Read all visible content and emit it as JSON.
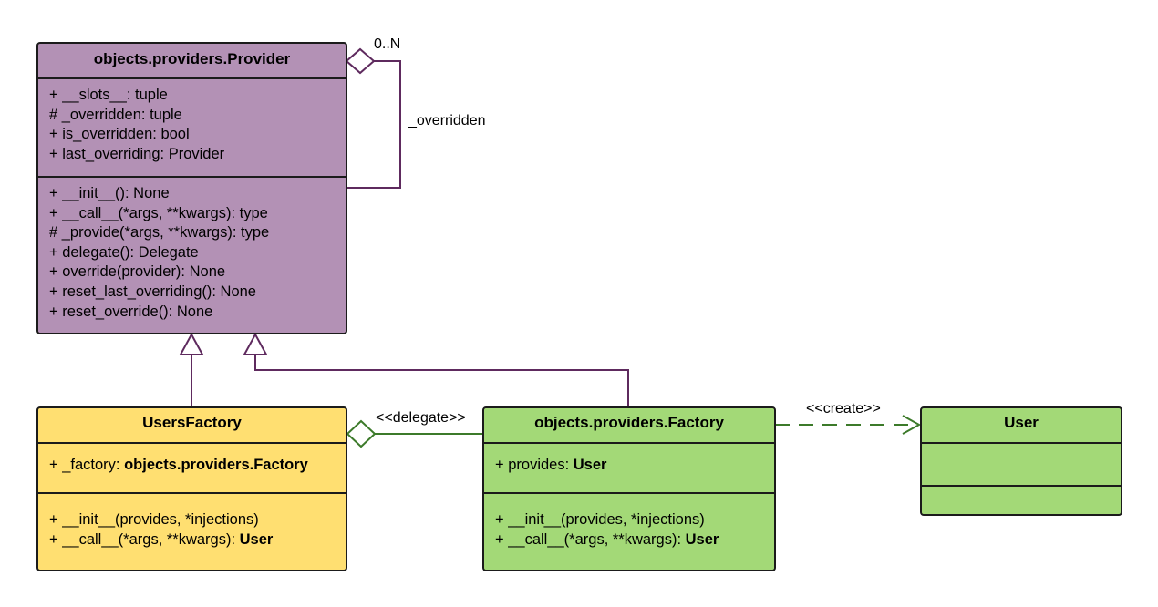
{
  "colors": {
    "provider_fill": "#b391b5",
    "users_factory_fill": "#ffdf71",
    "factory_fill": "#a3d977",
    "user_fill": "#a3d977",
    "provider_link": "#5e2a5e",
    "factory_link": "#3c7a2a",
    "border": "#1b1b1b"
  },
  "provider": {
    "title": "objects.providers.Provider",
    "attributes": [
      "+ __slots__: tuple",
      "# _overridden: tuple",
      "+ is_overridden: bool",
      "+ last_overriding: Provider"
    ],
    "methods": [
      "+ __init__(): None",
      "+ __call__(*args, **kwargs): type",
      "# _provide(*args, **kwargs): type",
      "+ delegate(): Delegate",
      "+ override(provider): None",
      "+ reset_last_overriding(): None",
      "+ reset_override(): None"
    ]
  },
  "users_factory": {
    "title": "UsersFactory",
    "attributes": [
      {
        "plain": "+ _factory: ",
        "bold": "objects.providers.Factory"
      }
    ],
    "methods": [
      {
        "plain": "+ __init__(provides, *injections)",
        "bold": ""
      },
      {
        "plain": "+ __call__(*args, **kwargs): ",
        "bold": "User"
      }
    ]
  },
  "factory": {
    "title": "objects.providers.Factory",
    "attributes": [
      {
        "plain": "+ provides: ",
        "bold": "User"
      }
    ],
    "methods": [
      {
        "plain": "+ __init__(provides, *injections)",
        "bold": ""
      },
      {
        "plain": "+ __call__(*args, **kwargs): ",
        "bold": "User"
      }
    ]
  },
  "user": {
    "title": "User"
  },
  "relations": {
    "self_multiplicity": "0..N",
    "self_role": "_overridden",
    "delegate_label": "<<delegate>>",
    "create_label": "<<create>>"
  }
}
